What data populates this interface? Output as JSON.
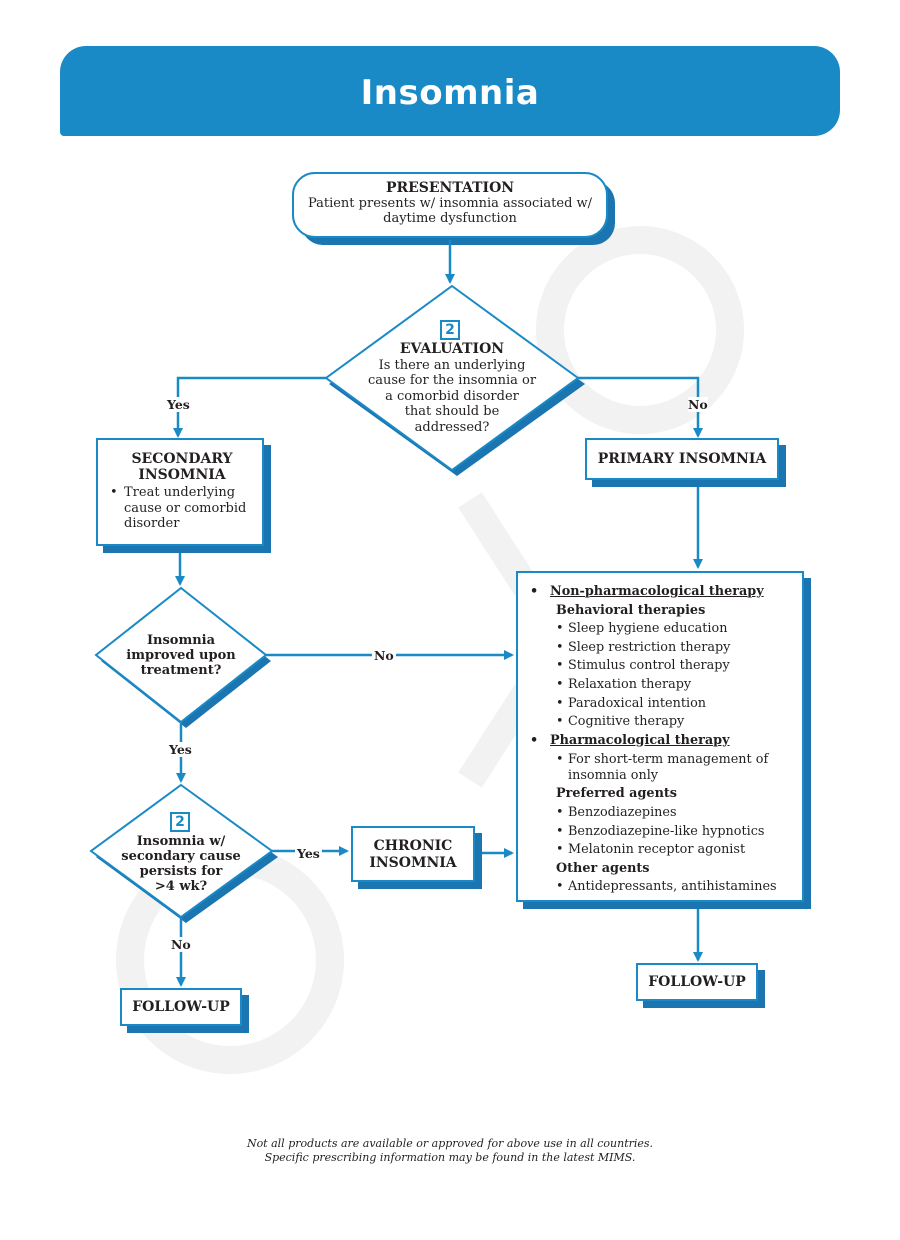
{
  "header": {
    "title": "Insomnia"
  },
  "presentation": {
    "title": "PRESENTATION",
    "text_line1": "Patient presents w/ insomnia associated w/",
    "text_line2": "daytime dysfunction"
  },
  "evaluation": {
    "badge": "2",
    "title": "EVALUATION",
    "line1": "Is there an underlying",
    "line2": "cause for the insomnia or",
    "line3": "a comorbid disorder",
    "line4": "that should be",
    "line5": "addressed?"
  },
  "edges": {
    "yes": "Yes",
    "no": "No"
  },
  "secondary": {
    "title_line1": "SECONDARY",
    "title_line2": "INSOMNIA",
    "bullet_line1": "Treat underlying",
    "bullet_line2": "cause or comorbid",
    "bullet_line3": "disorder"
  },
  "primary": {
    "title": "PRIMARY INSOMNIA"
  },
  "improved": {
    "line1": "Insomnia",
    "line2": "improved upon",
    "line3": "treatment?"
  },
  "persists": {
    "badge": "2",
    "line1": "Insomnia w/",
    "line2": "secondary cause",
    "line3": "persists for",
    "line4": ">4 wk?"
  },
  "chronic": {
    "line1": "CHRONIC",
    "line2": "INSOMNIA"
  },
  "therapy": {
    "nonpharm_heading": "Non-pharmacological therapy",
    "behavioral_label": "Behavioral therapies",
    "behavioral_items": [
      "Sleep hygiene education",
      "Sleep restriction therapy",
      "Stimulus control therapy",
      "Relaxation therapy",
      "Paradoxical intention",
      "Cognitive therapy"
    ],
    "pharm_heading": "Pharmacological therapy",
    "short_term_line1": "For short-term management of",
    "short_term_line2": "insomnia only",
    "preferred_label": "Preferred agents",
    "preferred_items": [
      "Benzodiazepines",
      "Benzodiazepine-like hypnotics",
      "Melatonin receptor agonist"
    ],
    "other_label": "Other agents",
    "other_items": [
      "Antidepressants, antihistamines"
    ]
  },
  "followup_left": {
    "label": "FOLLOW-UP"
  },
  "followup_right": {
    "label": "FOLLOW-UP"
  },
  "footnote": {
    "line1": "Not all products are available or approved for above use in all countries.",
    "line2": "Specific prescribing information may be found in the latest MIMS."
  },
  "colors": {
    "brand_blue": "#1a8ac6",
    "shadow_blue": "#1a75b0"
  }
}
